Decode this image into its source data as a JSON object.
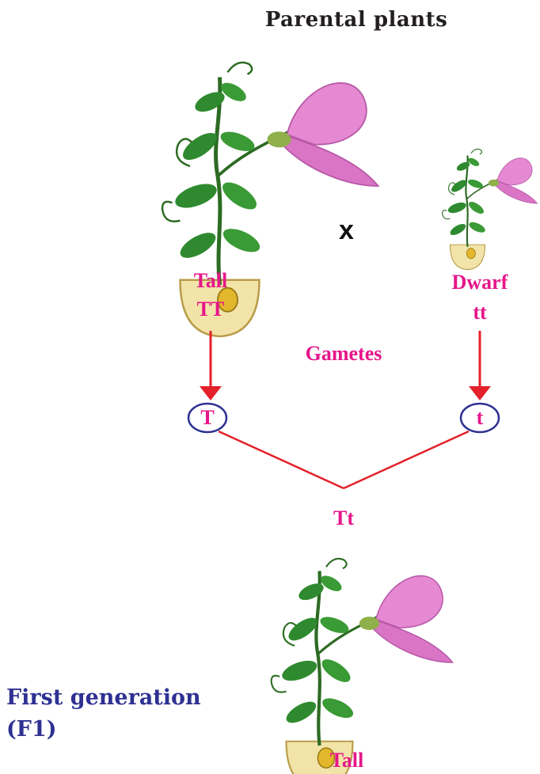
{
  "title": "Parental plants",
  "cross_symbol": "x",
  "parents": {
    "tall": {
      "phenotype": "Tall",
      "genotype": "TT",
      "gamete": "T"
    },
    "dwarf": {
      "phenotype": "Dwarf",
      "genotype": "tt",
      "gamete": "t"
    }
  },
  "gametes_label": "Gametes",
  "offspring": {
    "genotype": "Tt",
    "phenotype": "Tall"
  },
  "generation": {
    "line1": "First generation",
    "line2": "(F1)"
  },
  "colors": {
    "label": "#e6168a",
    "arrow": "#e4202a",
    "gamete_circle": "#2e3192",
    "generation_text": "#2e3192",
    "leaf": "#2f8a2f",
    "flower": "#e58ad2"
  },
  "icons": [
    "tall-pea-plant-icon",
    "dwarf-pea-plant-icon",
    "offspring-pea-plant-icon"
  ]
}
